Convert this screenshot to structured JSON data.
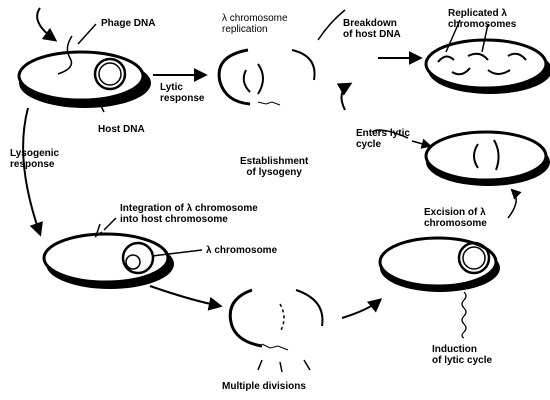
{
  "labels": {
    "phage_dna": "Phage DNA",
    "host_dna": "Host DNA",
    "lambda_replication": "λ chromosome\nreplication",
    "lytic_response": "Lytic\nresponse",
    "breakdown_host_dna": "Breakdown\nof host DNA",
    "replicated_lambda": "Replicated λ\nchromosomes",
    "enters_lytic_cycle": "Enters lytic\ncycle",
    "establishment_lysogeny": "Establishment\nof lysogeny",
    "lysogenic_response": "Lysogenic\nresponse",
    "integration": "Integration of λ chromosome\ninto host chromosome",
    "lambda_chromosome": "λ chromosome",
    "excision": "Excision of λ\nchromosome",
    "multiple_divisions": "Multiple divisions",
    "induction": "Induction\nof lytic cycle"
  },
  "colors": {
    "ink": "#000000",
    "background": "#ffffff"
  }
}
